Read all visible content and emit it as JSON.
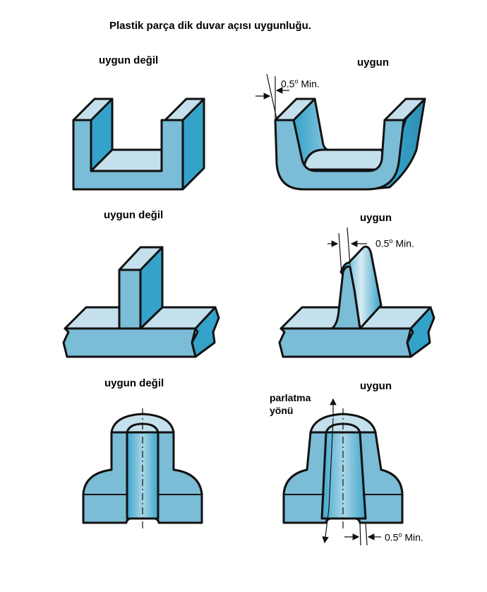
{
  "title": "Plastik parça dik duvar açısı uygunluğu.",
  "labels": {
    "row1_left": "uygun değil",
    "row1_right": "uygun",
    "row2_left": "uygun değil",
    "row2_right": "uygun",
    "row3_left": "uygun değil",
    "row3_right": "uygun"
  },
  "dimension": {
    "angle_value": "0.5",
    "degree_symbol": "o",
    "suffix": "Min."
  },
  "polish_label_line1": "parlatma",
  "polish_label_line2": "yönü",
  "colors": {
    "front": "#7bbcd6",
    "top": "#c4e0ec",
    "side": "#35a2c9",
    "outline": "#111111"
  }
}
